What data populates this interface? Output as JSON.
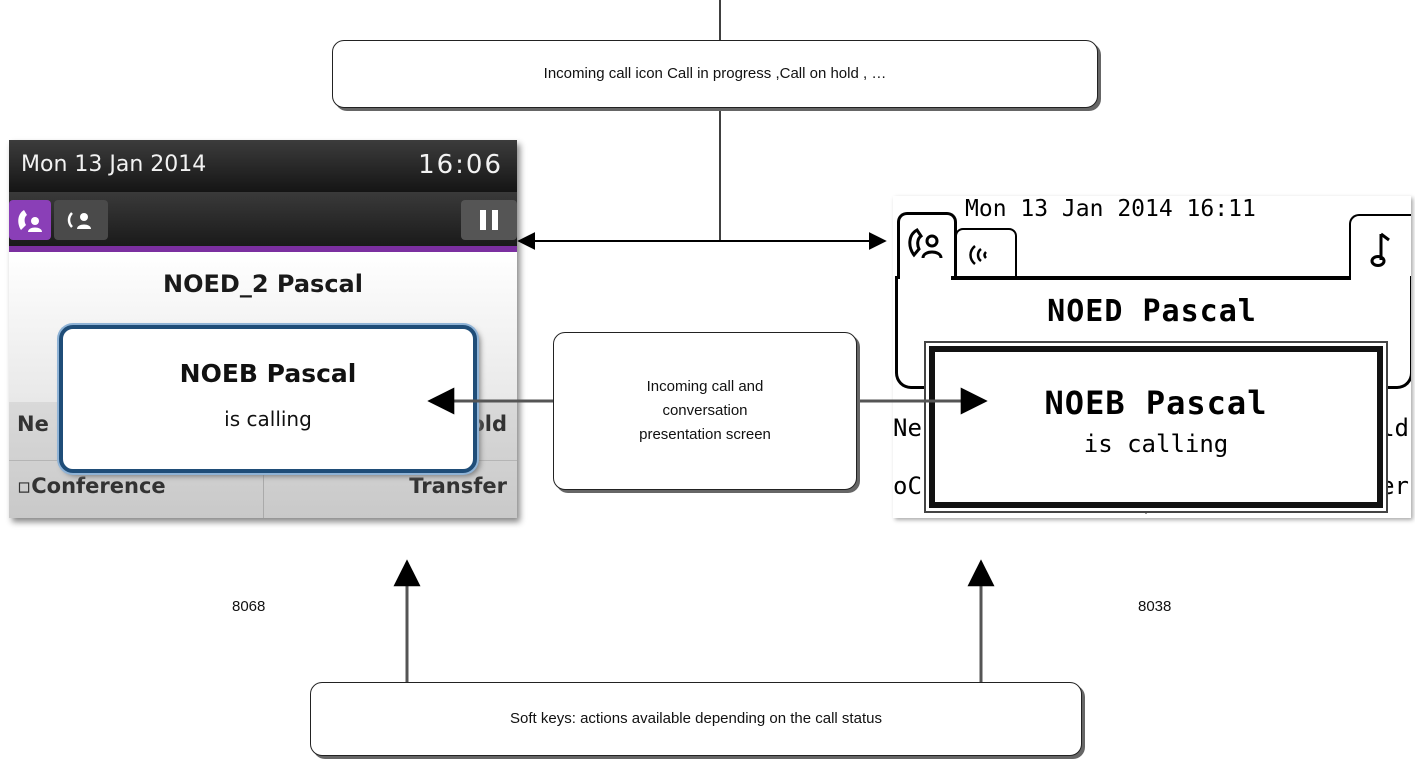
{
  "callouts": {
    "status_icon": "Incoming call icon Call in progress ,Call on hold , …",
    "presentation_line1": "Incoming call and",
    "presentation_line2": "conversation",
    "presentation_line3": "presentation screen",
    "soft_keys": "Soft keys: actions available depending on the call status"
  },
  "models": {
    "left": "8068",
    "right": "8038"
  },
  "phone_8068": {
    "date": "Mon 13 Jan 2014",
    "time": "16:06",
    "conversation_name": "NOED_2 Pascal",
    "popup_name": "NOEB Pascal",
    "popup_sub": "is calling",
    "softkeys": {
      "top_left": "Ne",
      "top_right": "old",
      "bottom_left": "▫Conference",
      "bottom_right": "Transfer"
    },
    "colors": {
      "accent": "#8a3fb7",
      "popup_border": "#1f4d78"
    },
    "icons": [
      "incoming-call-icon",
      "second-call-icon",
      "hold-icon"
    ]
  },
  "phone_8038": {
    "date": "Mon 13 Jan 2014  16:11",
    "conversation_name": "NOED Pascal",
    "popup_name": "NOEB Pascal",
    "popup_sub": "is calling",
    "softkeys": {
      "top_left": "Ne",
      "top_right": "ld",
      "bottom_left": "oC",
      "bottom_right": "er"
    },
    "icons": [
      "incoming-call-icon",
      "ringing-icon",
      "music-note-icon"
    ]
  }
}
